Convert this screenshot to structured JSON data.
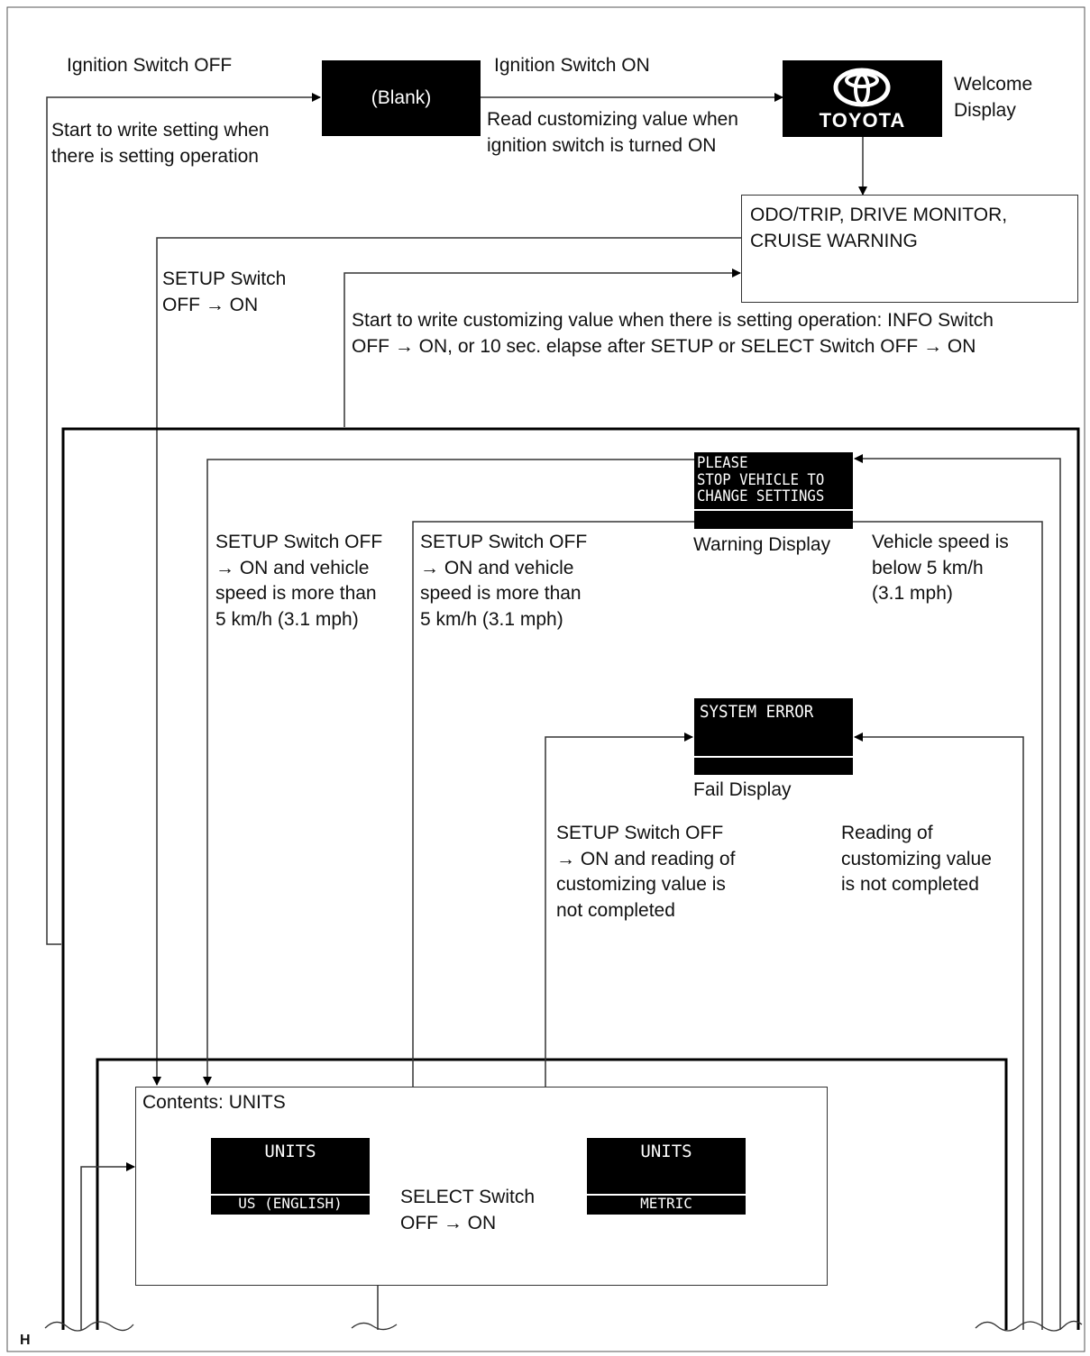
{
  "blank_box": {
    "label": "(Blank)"
  },
  "welcome": {
    "logo_text": "TOYOTA",
    "caption": "Welcome\nDisplay"
  },
  "odo_box": {
    "text": "ODO/TRIP, DRIVE MONITOR,\nCRUISE WARNING"
  },
  "labels": {
    "ign_off": "Ignition Switch OFF",
    "ign_on": "Ignition Switch ON",
    "start_write": "Start to write setting when\nthere is setting operation",
    "read_customizing": "Read customizing value when\nignition switch is turned ON",
    "setup_off_on": "SETUP Switch\nOFF → ON",
    "start_write_custom": "Start to write customizing value when there is setting operation: INFO Switch\nOFF → ON, or 10 sec. elapse after SETUP or SELECT Switch OFF → ON",
    "setup_speed_1": "SETUP Switch OFF\n→ ON and vehicle\nspeed is more than\n5 km/h (3.1 mph)",
    "setup_speed_2": "SETUP Switch OFF\n→ ON and vehicle\nspeed is more than\n5 km/h (3.1 mph)",
    "vehicle_below": "Vehicle speed is\nbelow 5 km/h\n(3.1 mph)",
    "setup_reading": "SETUP Switch OFF\n→ ON and reading of\ncustomizing value is\nnot completed",
    "reading_not_completed": "Reading of\ncustomizing value\nis not completed",
    "select_switch": "SELECT Switch\nOFF → ON",
    "corner": "H"
  },
  "warning": {
    "screen": "PLEASE\nSTOP VEHICLE TO\nCHANGE SETTINGS",
    "caption": "Warning Display"
  },
  "fail": {
    "screen": "SYSTEM ERROR",
    "caption": "Fail Display"
  },
  "units_box": {
    "title": "Contents: UNITS",
    "left": {
      "top": "UNITS",
      "bottom": "US (ENGLISH)"
    },
    "right": {
      "top": "UNITS",
      "bottom": "METRIC"
    }
  }
}
